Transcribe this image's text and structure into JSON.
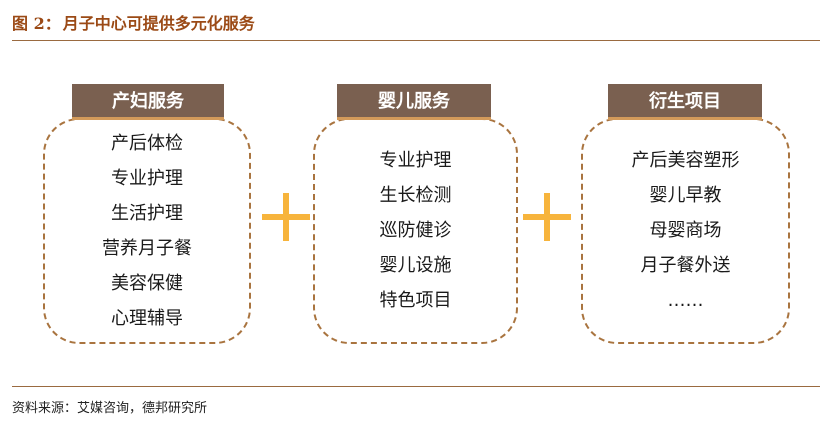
{
  "figure": {
    "title_label": "图 2：",
    "title_text": "月子中心可提供多元化服务"
  },
  "groups": [
    {
      "header": "产妇服务",
      "items": [
        "产后体检",
        "专业护理",
        "生活护理",
        "营养月子餐",
        "美容保健",
        "心理辅导"
      ]
    },
    {
      "header": "婴儿服务",
      "items": [
        "专业护理",
        "生长检测",
        "巡防健诊",
        "婴儿设施",
        "特色项目"
      ]
    },
    {
      "header": "衍生项目",
      "items": [
        "产后美容塑形",
        "婴儿早教",
        "母婴商场",
        "月子餐外送",
        "……"
      ]
    }
  ],
  "colors": {
    "title": "#9b4a16",
    "header_bg": "#7a6050",
    "header_accent": "#d39a5a",
    "dashed_border": "#a9743f",
    "plus": "#f7b43c"
  },
  "source": "资料来源：艾媒咨询，德邦研究所"
}
